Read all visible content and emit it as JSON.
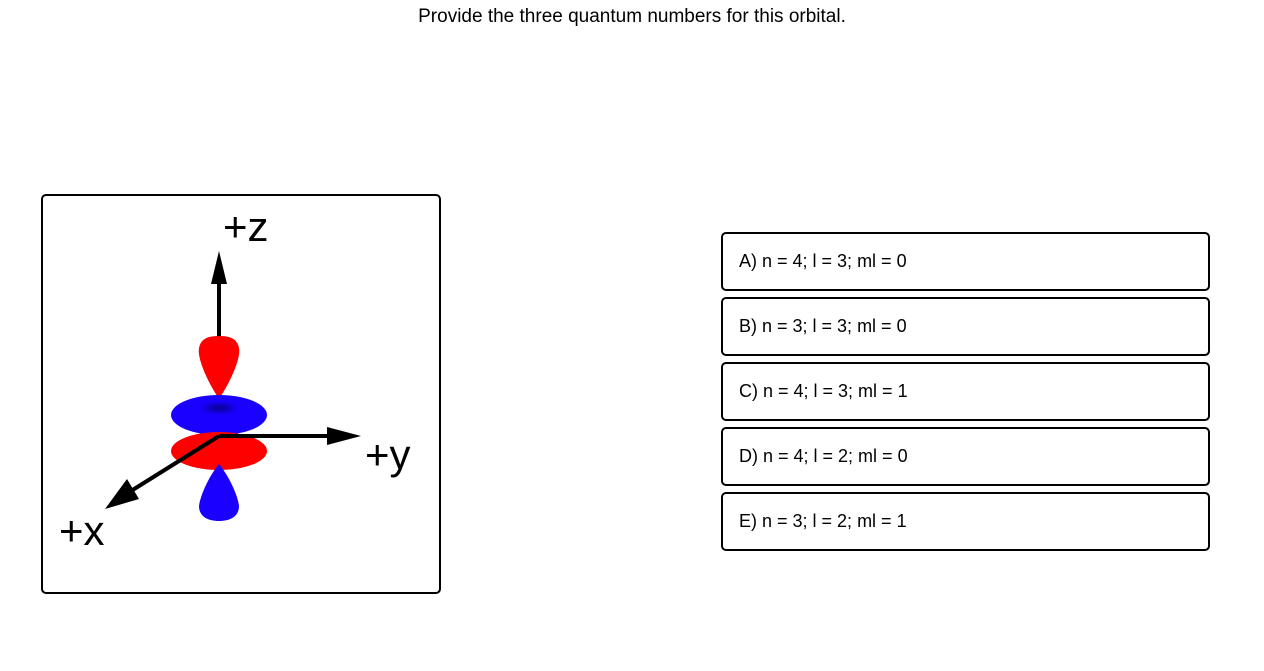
{
  "question": {
    "text": "Provide the three quantum numbers for this orbital."
  },
  "figure": {
    "axis_labels": {
      "z": "+z",
      "y": "+y",
      "x": "+x"
    },
    "colors": {
      "positive_lobe": "#ff0000",
      "negative_lobe": "#1a00ff",
      "axis": "#000000"
    }
  },
  "choices": [
    {
      "label": "A) n = 4; l = 3; ml = 0"
    },
    {
      "label": "B) n = 3; l = 3; ml = 0"
    },
    {
      "label": "C) n = 4; l = 3; ml = 1"
    },
    {
      "label": "D) n = 4; l = 2; ml = 0"
    },
    {
      "label": "E) n = 3; l = 2; ml = 1"
    }
  ]
}
